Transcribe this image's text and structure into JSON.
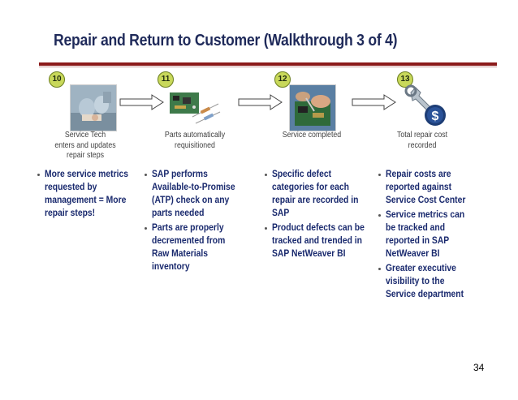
{
  "slide": {
    "title": "Repair and Return to Customer (Walkthrough 3 of 4)",
    "page_number": "34"
  },
  "steps": [
    {
      "number": "10",
      "caption_lines": [
        "Service Tech",
        "enters and updates",
        "repair steps"
      ],
      "bullets": [
        "More service metrics requested by management = More repair steps!"
      ]
    },
    {
      "number": "11",
      "caption_lines": [
        "Parts automatically",
        "requisitioned"
      ],
      "bullets": [
        "SAP performs Available-to-Promise (ATP) check on any parts needed",
        "Parts are properly decremented from Raw Materials inventory"
      ]
    },
    {
      "number": "12",
      "caption_lines": [
        "Service completed"
      ],
      "bullets": [
        "Specific defect categories for each repair are recorded in SAP",
        "Product defects can be tracked and trended in SAP NetWeaver BI"
      ]
    },
    {
      "number": "13",
      "caption_lines": [
        "Total repair cost",
        "recorded"
      ],
      "bullets": [
        "Repair costs are reported against Service Cost Center",
        "Service metrics can be tracked and reported in SAP NetWeaver BI",
        "Greater executive visibility to the Service department"
      ]
    }
  ],
  "colors": {
    "title": "#1f2a5a",
    "rule": "#8b1a1a",
    "bullet_text": "#1a2a6e",
    "step_badge": "#c8d85a"
  }
}
